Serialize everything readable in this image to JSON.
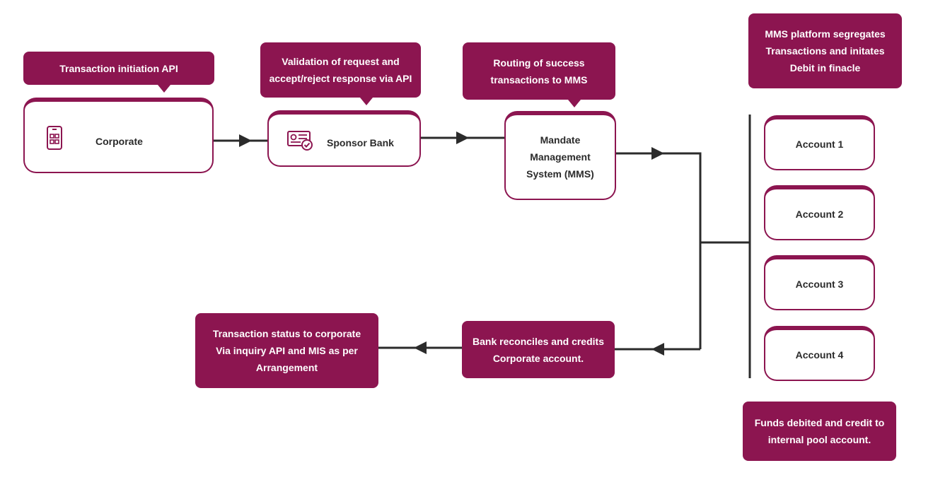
{
  "callouts": {
    "initiation": "Transaction initiation API",
    "validation": "Validation of request and\naccept/reject response via API",
    "routing": "Routing of success\ntransactions to MMS",
    "segregates": "MMS platform segregates\nTransactions and initates\nDebit in finacle",
    "status": "Transaction status to corporate\nVia inquiry API and MIS as per\nArrangement",
    "reconcile": "Bank reconciles and credits\nCorporate account.",
    "funds": "Funds debited and credit to\ninternal pool account."
  },
  "nodes": {
    "corporate": "Corporate",
    "sponsor_bank": "Sponsor Bank",
    "mms": "Mandate\nManagement\nSystem (MMS)"
  },
  "accounts": [
    "Account 1",
    "Account 2",
    "Account 3",
    "Account 4"
  ],
  "icons": {
    "corporate": "mobile-app-icon",
    "sponsor_bank": "certificate-check-icon"
  },
  "colors": {
    "accent": "#8c1550",
    "line": "#2b2b2b"
  }
}
